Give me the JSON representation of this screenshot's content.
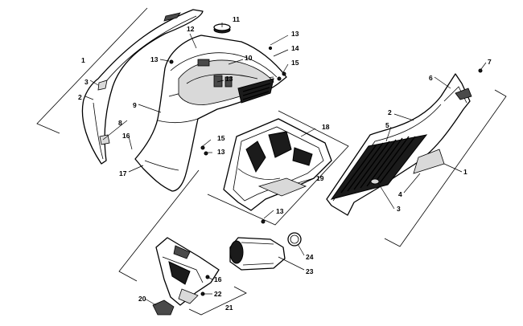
{
  "callouts": [
    {
      "id": "c1a",
      "text": "1"
    },
    {
      "id": "c2a",
      "text": "2"
    },
    {
      "id": "c3a",
      "text": "3"
    },
    {
      "id": "c8",
      "text": "8"
    },
    {
      "id": "c16a",
      "text": "16"
    },
    {
      "id": "c17",
      "text": "17"
    },
    {
      "id": "c9",
      "text": "9"
    },
    {
      "id": "c13a",
      "text": "13"
    },
    {
      "id": "c12",
      "text": "12"
    },
    {
      "id": "c11",
      "text": "11"
    },
    {
      "id": "c10",
      "text": "10"
    },
    {
      "id": "c13b",
      "text": "13"
    },
    {
      "id": "c13c",
      "text": "13"
    },
    {
      "id": "c14",
      "text": "14"
    },
    {
      "id": "c15a",
      "text": "15"
    },
    {
      "id": "c15b",
      "text": "15"
    },
    {
      "id": "c13d",
      "text": "13"
    },
    {
      "id": "c18",
      "text": "18"
    },
    {
      "id": "c19",
      "text": "19"
    },
    {
      "id": "c13e",
      "text": "13"
    },
    {
      "id": "c7",
      "text": "7"
    },
    {
      "id": "c6",
      "text": "6"
    },
    {
      "id": "c2b",
      "text": "2"
    },
    {
      "id": "c5",
      "text": "5"
    },
    {
      "id": "c1b",
      "text": "1"
    },
    {
      "id": "c4",
      "text": "4"
    },
    {
      "id": "c3b",
      "text": "3"
    },
    {
      "id": "c24",
      "text": "24"
    },
    {
      "id": "c23",
      "text": "23"
    },
    {
      "id": "c16b",
      "text": "16"
    },
    {
      "id": "c22",
      "text": "22"
    },
    {
      "id": "c20",
      "text": "20"
    },
    {
      "id": "c21",
      "text": "21"
    }
  ]
}
